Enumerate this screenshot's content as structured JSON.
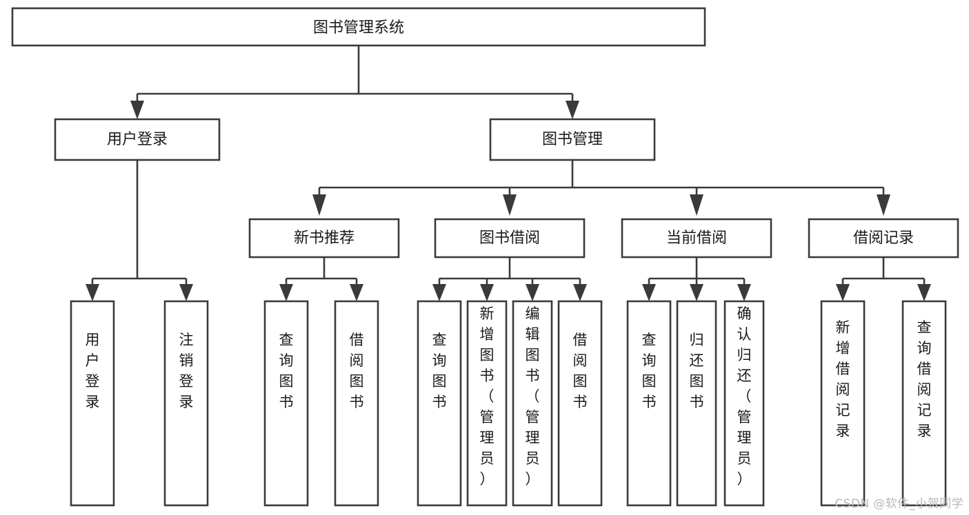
{
  "diagram": {
    "type": "tree",
    "title": "图书管理系统",
    "watermark": "CSDN @软件_小贺同学",
    "colors": {
      "stroke": "#3a3a3a",
      "fill": "#ffffff",
      "text": "#1a1a1a",
      "watermark": "#b9b9b9",
      "background": "#ffffff"
    },
    "nodes": {
      "root": {
        "label": "图书管理系统"
      },
      "level2": [
        {
          "id": "user-login",
          "label": "用户登录"
        },
        {
          "id": "book-manage",
          "label": "图书管理"
        }
      ],
      "level3": [
        {
          "id": "new-book-recommend",
          "label": "新书推荐"
        },
        {
          "id": "book-borrow",
          "label": "图书借阅"
        },
        {
          "id": "current-borrow",
          "label": "当前借阅"
        },
        {
          "id": "borrow-record",
          "label": "借阅记录"
        }
      ],
      "leaves": {
        "user-login": [
          {
            "id": "leaf-user-login",
            "label": "用户登录"
          },
          {
            "id": "leaf-logout-login",
            "label": "注销登录"
          }
        ],
        "new-book-recommend": [
          {
            "id": "leaf-query-book-1",
            "label": "查询图书"
          },
          {
            "id": "leaf-borrow-book-1",
            "label": "借阅图书"
          }
        ],
        "book-borrow": [
          {
            "id": "leaf-query-book-2",
            "label": "查询图书"
          },
          {
            "id": "leaf-add-book",
            "label": "新增图书（管理员）"
          },
          {
            "id": "leaf-edit-book",
            "label": "编辑图书（管理员）"
          },
          {
            "id": "leaf-borrow-book-2",
            "label": "借阅图书"
          }
        ],
        "current-borrow": [
          {
            "id": "leaf-query-book-3",
            "label": "查询图书"
          },
          {
            "id": "leaf-return-book",
            "label": "归还图书"
          },
          {
            "id": "leaf-confirm-return",
            "label": "确认归还（管理员）"
          }
        ],
        "borrow-record": [
          {
            "id": "leaf-add-record",
            "label": "新增借阅记录"
          },
          {
            "id": "leaf-query-record",
            "label": "查询借阅记录"
          }
        ]
      }
    }
  }
}
